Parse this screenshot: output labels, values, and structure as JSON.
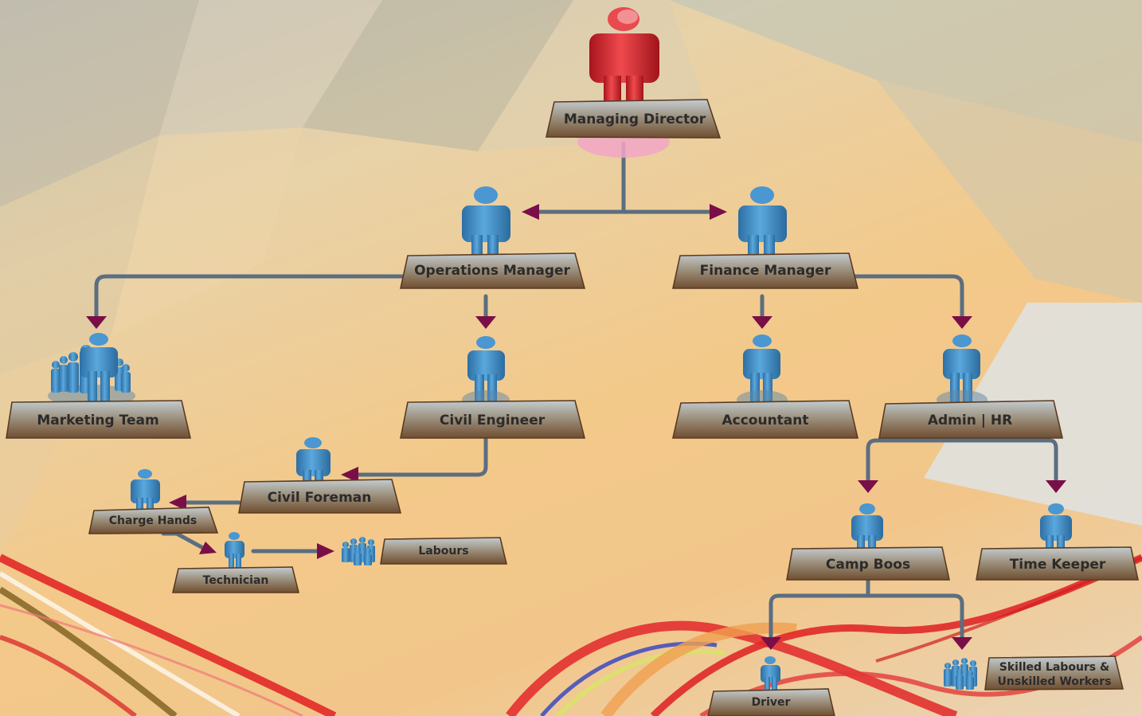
{
  "colors": {
    "person_blue": "#3a8cc7",
    "person_red": "#d4262c",
    "arrow": "#7a0f48",
    "connector": "#5b6e80",
    "plate_top": "#b8c4c8",
    "plate_bottom": "#7a5a3c"
  },
  "nodes": {
    "managing_director": "Managing Director",
    "operations_manager": "Operations Manager",
    "finance_manager": "Finance Manager",
    "marketing_team": "Marketing Team",
    "civil_engineer": "Civil Engineer",
    "accountant": "Accountant",
    "admin_hr": "Admin | HR",
    "civil_foreman": "Civil Foreman",
    "charge_hands": "Charge Hands",
    "technician": "Technician",
    "labours": "Labours",
    "camp_boos": "Camp Boos",
    "time_keeper": "Time Keeper",
    "driver": "Driver",
    "skilled_line1": "Skilled Labours &",
    "skilled_line2": "Unskilled Workers"
  },
  "icons": {
    "single": "person-icon",
    "leader": "red-person-icon",
    "group": "group-icon"
  }
}
